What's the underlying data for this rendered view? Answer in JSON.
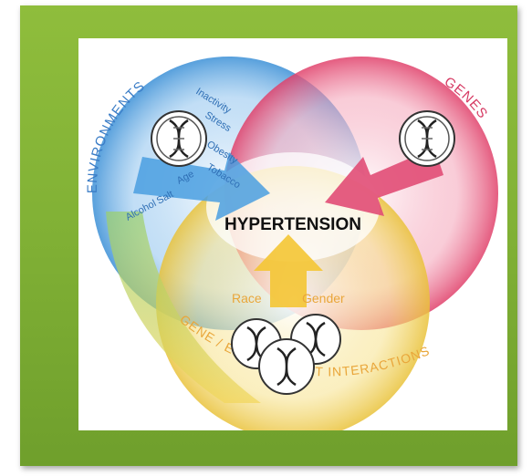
{
  "title": "HYPERTENSION",
  "ring_labels": {
    "environments": "ENVIRONMENTS",
    "genes": "GENES",
    "interactions": "GENE / ENVIRONMENT INTERACTIONS"
  },
  "environment_factors": [
    "Inactivity",
    "Stress",
    "Obesity",
    "Tobacco",
    "Age",
    "Salt",
    "Alcohol"
  ],
  "interaction_factors": [
    "Race",
    "Gender"
  ],
  "colors": {
    "frame": "#82b236",
    "environments": "#3a8fd6",
    "genes": "#e0406a",
    "interactions": "#f0b43a",
    "title": "#111111"
  },
  "icons": [
    "dna-helix-icon"
  ]
}
